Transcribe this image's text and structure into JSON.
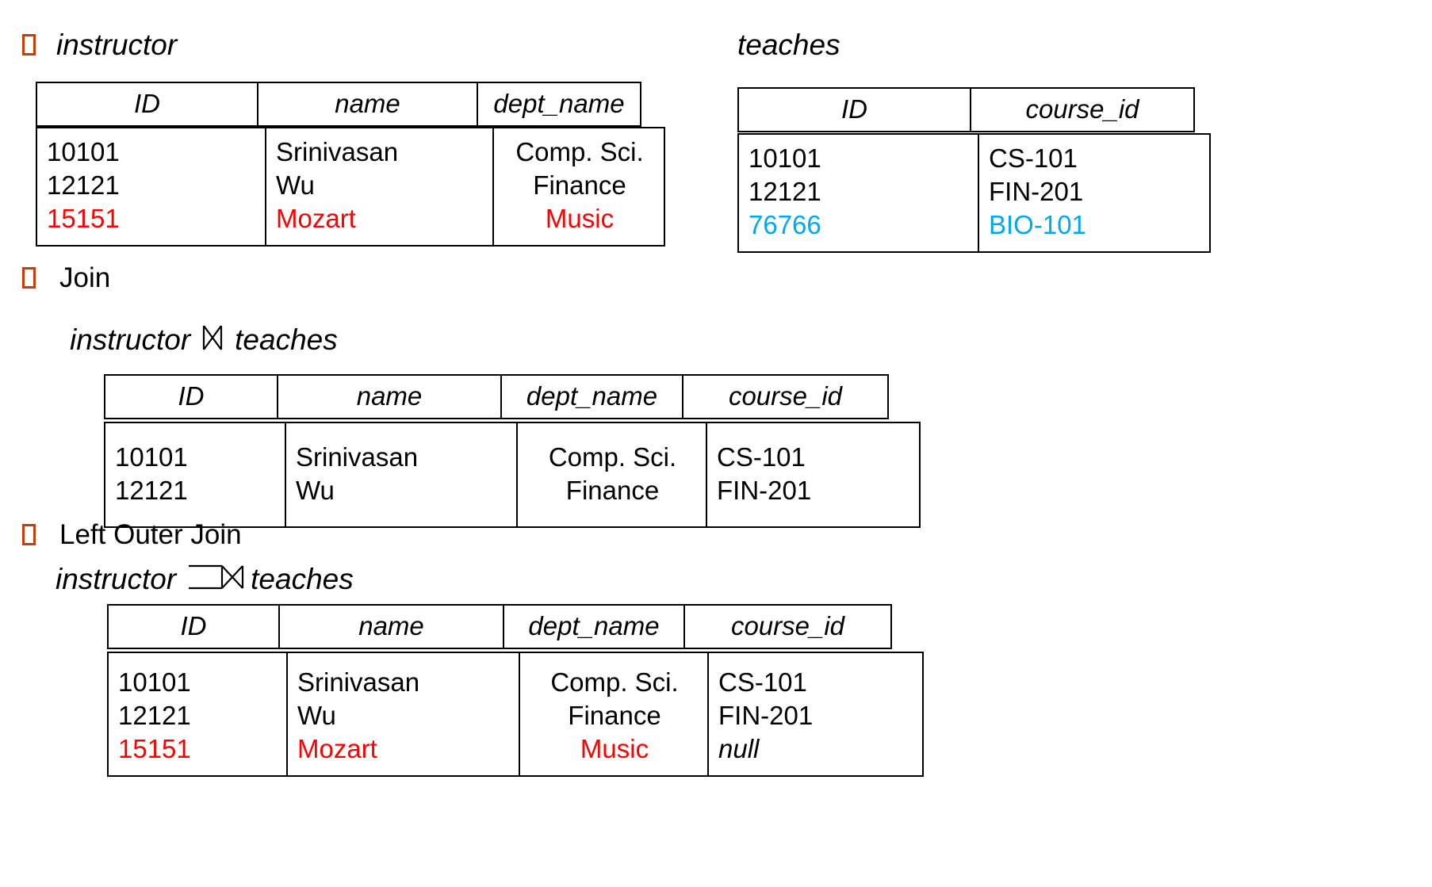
{
  "bullets": {
    "glyph_name": "missing-glyph-box",
    "color": "#D03A07"
  },
  "colors": {
    "highlight_red": "#FF0000",
    "highlight_blue": "#00A8F0",
    "bullet": "#D03A07",
    "text": "#000000"
  },
  "section_instructor": {
    "bullet_label": "instructor",
    "table": {
      "headers": [
        "ID",
        "name",
        "dept_name"
      ],
      "rows": [
        {
          "cells": [
            "10101",
            "Srinivasan",
            "Comp. Sci."
          ],
          "color": "black"
        },
        {
          "cells": [
            "12121",
            "Wu",
            "Finance"
          ],
          "color": "black"
        },
        {
          "cells": [
            "15151",
            "Mozart",
            "Music"
          ],
          "color": "red"
        }
      ]
    }
  },
  "section_teaches": {
    "caption": "teaches",
    "table": {
      "headers": [
        "ID",
        "course_id"
      ],
      "rows": [
        {
          "cells": [
            "10101",
            "CS-101"
          ],
          "color": "black"
        },
        {
          "cells": [
            "12121",
            "FIN-201"
          ],
          "color": "black"
        },
        {
          "cells": [
            "76766",
            "BIO-101"
          ],
          "color": "blue"
        }
      ]
    }
  },
  "section_join": {
    "bullet_label": "Join",
    "expression": {
      "left": "instructor",
      "operator_name": "natural-join-bowtie",
      "operator_glyph": "⋈",
      "right": "teaches"
    },
    "table": {
      "headers": [
        "ID",
        "name",
        "dept_name",
        "course_id"
      ],
      "rows": [
        {
          "cells": [
            "10101",
            "Srinivasan",
            "Comp. Sci.",
            "CS-101"
          ],
          "color": "black"
        },
        {
          "cells": [
            "12121",
            "Wu",
            "Finance",
            "FIN-201"
          ],
          "color": "black"
        }
      ]
    }
  },
  "section_left_outer_join": {
    "bullet_label": "Left Outer Join",
    "expression": {
      "left": "instructor",
      "operator_name": "left-outer-join-bowtie",
      "right": "teaches"
    },
    "table": {
      "headers": [
        "ID",
        "name",
        "dept_name",
        "course_id"
      ],
      "rows": [
        {
          "cells": [
            "10101",
            "Srinivasan",
            "Comp. Sci.",
            "CS-101"
          ],
          "color": "black"
        },
        {
          "cells": [
            "12121",
            "Wu",
            "Finance",
            "FIN-201"
          ],
          "color": "black"
        },
        {
          "cells": [
            "15151",
            "Mozart",
            "Music",
            "null"
          ],
          "color": "red",
          "last_italic": true
        }
      ]
    }
  }
}
